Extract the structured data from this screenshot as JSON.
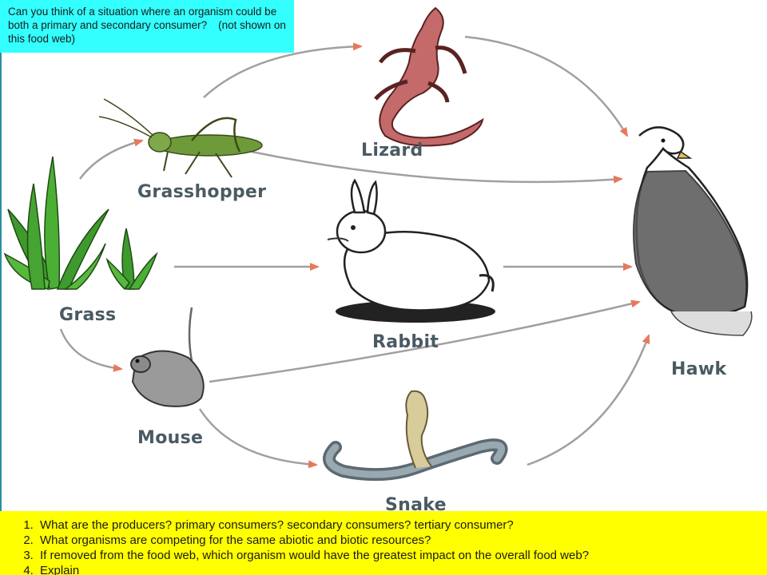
{
  "callout": {
    "text": "Can you think of a situation where an organism could be both a primary and secondary consumer?",
    "note": "(not shown on this food web)"
  },
  "organisms": {
    "grass": "Grass",
    "grasshopper": "Grasshopper",
    "lizard": "Lizard",
    "rabbit": "Rabbit",
    "mouse": "Mouse",
    "snake": "Snake",
    "hawk": "Hawk"
  },
  "questions": [
    "What are the producers? primary consumers? secondary consumers? tertiary consumer?",
    "What organisms are competing for the same abiotic and biotic resources?",
    "If removed from the food web, which organism would have the greatest impact on the overall food web?",
    "Explain"
  ],
  "colors": {
    "callout_bg": "#33ffff",
    "questions_bg": "#ffff00",
    "label_text": "#4a5a63",
    "arrow": "#999999",
    "arrowhead": "#e8785a"
  }
}
